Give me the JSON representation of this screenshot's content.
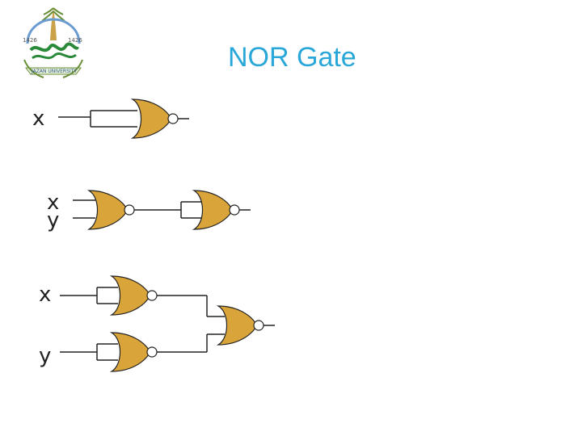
{
  "slide": {
    "title": "NOR Gate"
  },
  "logo": {
    "name": "university-seal",
    "text_top_left": "1426",
    "text_top_right": "1426",
    "text_bottom": "JAZAN UNIVERSITY"
  },
  "circuits": {
    "c1": {
      "input": "x"
    },
    "c2": {
      "input_a": "x",
      "input_b": "y"
    },
    "c3": {
      "input_a": "x",
      "input_b": "y"
    }
  },
  "colors": {
    "gate_fill": "#d9a43a",
    "title": "#2aa7d9",
    "wire": "#222222"
  }
}
